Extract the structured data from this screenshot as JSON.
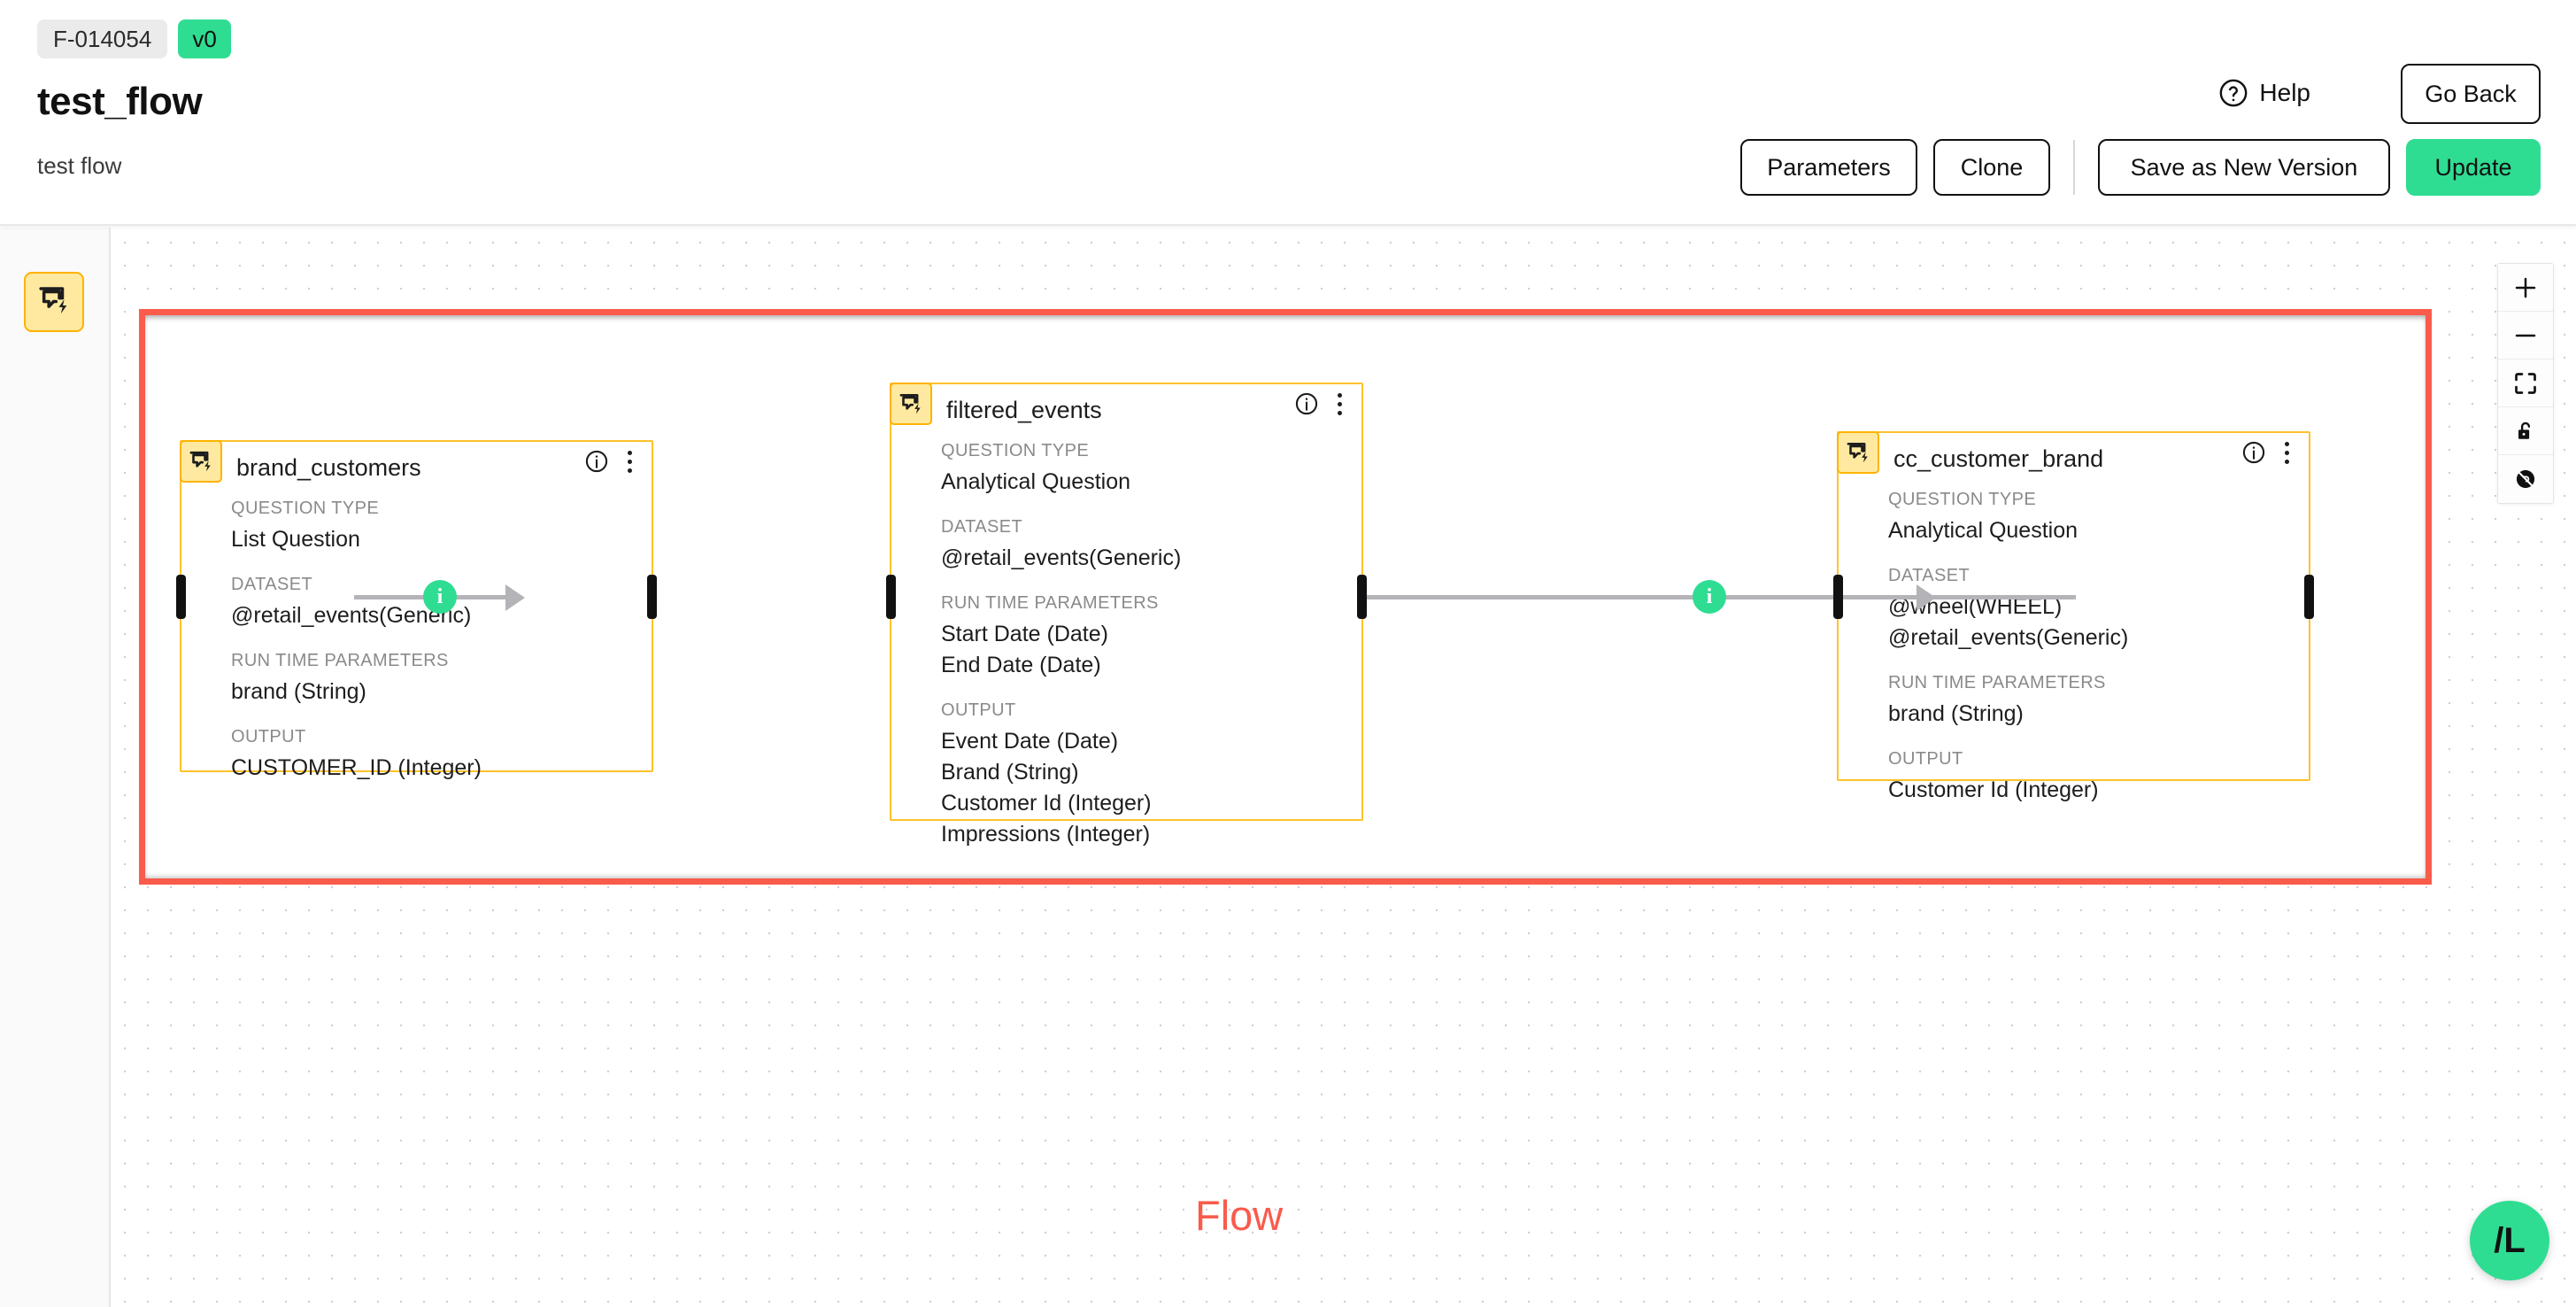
{
  "header": {
    "flow_id": "F-014054",
    "version": "v0",
    "title": "test_flow",
    "subtitle": "test flow",
    "help_label": "Help",
    "help_icon": "question-circle-icon",
    "go_back_label": "Go Back",
    "parameters_label": "Parameters",
    "clone_label": "Clone",
    "save_as_new_version_label": "Save as New Version",
    "update_label": "Update",
    "update_color": "#2FDD92",
    "version_badge_color": "#2FDD92",
    "id_pill_color": "#EBEBEB"
  },
  "rail": {
    "tool_icon": "question-bolt-icon",
    "tool_tooltip": "Question"
  },
  "canvas": {
    "group": {
      "label": "Flow",
      "border_color": "#FA5B4B",
      "label_color": "#FA5B4B"
    },
    "node_border_color": "#FFC22C",
    "node_icon_fill": "#FFE9A0",
    "node_icon_border": "#FFB300",
    "edge_color": "#B4B4B8",
    "edge_badge_color": "#2FDD92",
    "edge_badge_text": "i",
    "nodes": [
      {
        "id": "brand_customers",
        "title": "brand_customers",
        "icon": "question-bolt-icon",
        "info_icon": "info-circle-icon",
        "menu_icon": "kebab-menu-icon",
        "sections": [
          {
            "label": "QUESTION TYPE",
            "values": [
              "List Question"
            ]
          },
          {
            "label": "DATASET",
            "values": [
              "@retail_events(Generic)"
            ]
          },
          {
            "label": "RUN TIME PARAMETERS",
            "values": [
              "brand (String)"
            ]
          },
          {
            "label": "OUTPUT",
            "values": [
              "CUSTOMER_ID (Integer)"
            ]
          }
        ]
      },
      {
        "id": "filtered_events",
        "title": "filtered_events",
        "icon": "question-bolt-icon",
        "info_icon": "info-circle-icon",
        "menu_icon": "kebab-menu-icon",
        "sections": [
          {
            "label": "QUESTION TYPE",
            "values": [
              "Analytical Question"
            ]
          },
          {
            "label": "DATASET",
            "values": [
              "@retail_events(Generic)"
            ]
          },
          {
            "label": "RUN TIME PARAMETERS",
            "values": [
              "Start Date (Date)",
              "End Date (Date)"
            ]
          },
          {
            "label": "OUTPUT",
            "values": [
              "Event Date (Date)",
              "Brand (String)",
              "Customer Id (Integer)",
              "Impressions (Integer)"
            ]
          }
        ]
      },
      {
        "id": "cc_customer_brand",
        "title": "cc_customer_brand",
        "icon": "question-bolt-icon",
        "info_icon": "info-circle-icon",
        "menu_icon": "kebab-menu-icon",
        "sections": [
          {
            "label": "QUESTION TYPE",
            "values": [
              "Analytical Question"
            ]
          },
          {
            "label": "DATASET",
            "values": [
              "@wheel(WHEEL)",
              "@retail_events(Generic)"
            ]
          },
          {
            "label": "RUN TIME PARAMETERS",
            "values": [
              "brand (String)"
            ]
          },
          {
            "label": "OUTPUT",
            "values": [
              "Customer Id (Integer)"
            ]
          }
        ]
      }
    ],
    "controls": [
      {
        "name": "zoom-in-icon",
        "tooltip": "zoom in"
      },
      {
        "name": "zoom-out-icon",
        "tooltip": "zoom out"
      },
      {
        "name": "fit-view-icon",
        "tooltip": "fit view"
      },
      {
        "name": "lock-open-icon",
        "tooltip": "toggle interactivity"
      },
      {
        "name": "no-entry-icon",
        "tooltip": "disable"
      }
    ]
  },
  "fab": {
    "label": "/L"
  }
}
